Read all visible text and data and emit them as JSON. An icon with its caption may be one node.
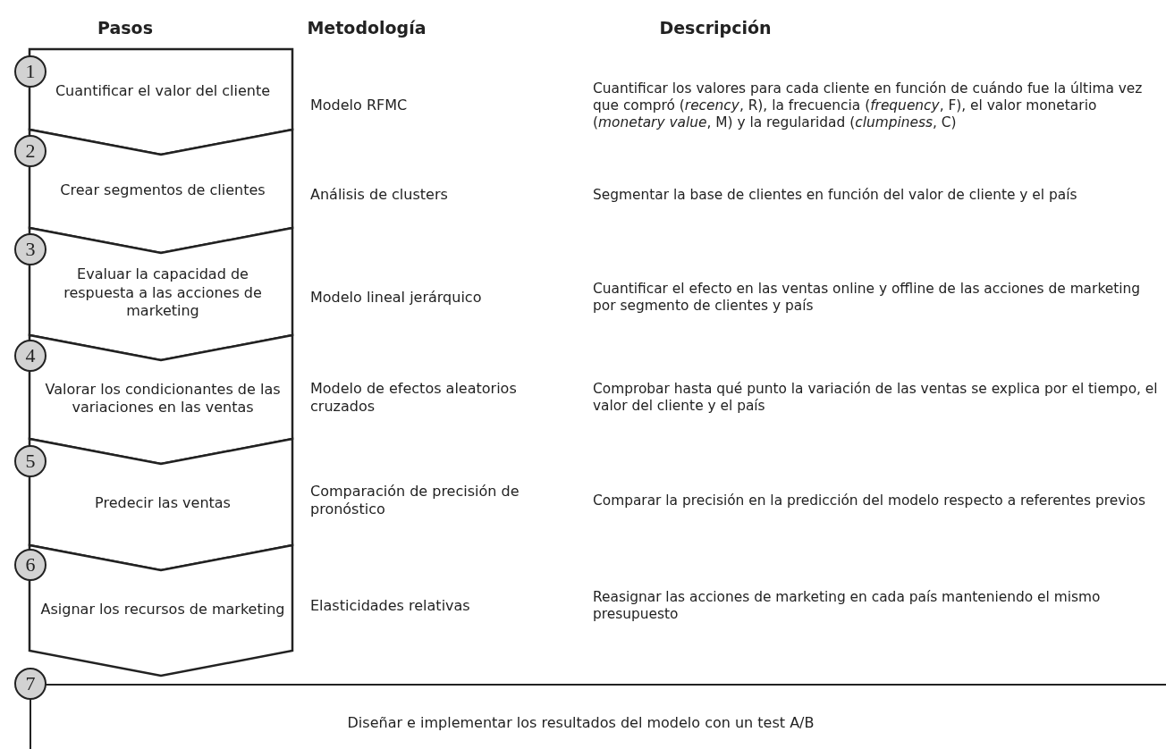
{
  "diagram": {
    "nodes": [
      {
        "text": [
          "1"
        ]
      },
      {
        "text": [
          "Cuantificar el valor del cliente"
        ]
      },
      {
        "text": [
          "2"
        ]
      },
      {
        "text": [
          "Crear segmentos de clientes"
        ]
      },
      {
        "text": [
          "3"
        ]
      },
      {
        "text": [
          "Evaluar la capacidad de respuesta a las acciones de marketing"
        ]
      },
      {
        "text": [
          "4"
        ]
      },
      {
        "text": [
          "Valorar los condicionantes de las variaciones en las ventas"
        ]
      },
      {
        "text": [
          "5"
        ]
      },
      {
        "text": [
          "Predecir las ventas"
        ]
      },
      {
        "text": [
          "6"
        ]
      },
      {
        "text": [
          "Asignar los recursos de marketing"
        ]
      },
      {
        "text": [
          "7"
        ]
      },
      {
        "text": [
          "Diseñar e implementar los resultados del modelo con un test A/B"
        ]
      }
    ],
    "labels": [
      "Pasos",
      "Metodología",
      "Descripción",
      "Modelo RFMC",
      "Cuantificar los valores para cada cliente en función de cuándo fue la última vez que compró (*recency*, R), la frecuencia (*frequency*, F), el valor monetario (*monetary value*, M) y la regularidad (*clumpiness*, C)",
      "Análisis de clusters",
      "Segmentar la base de clientes en función del valor de cliente y el país",
      "Modelo lineal jerárquico",
      "Cuantificar el efecto en las ventas online y offline de las acciones de marketing por segmento de clientes y país",
      "Modelo de efectos aleatorios cruzados",
      "Comprobar hasta qué punto la variación de las ventas se explica por el tiempo, el valor del cliente y el país",
      "Comparación de precisión de pronóstico",
      "Comparar la precisión en la predicción del modelo respecto a referentes previos",
      "Elasticidades relativas",
      "Reasignar las acciones de marketing en cada país manteniendo el mismo presupuesto"
    ]
  }
}
